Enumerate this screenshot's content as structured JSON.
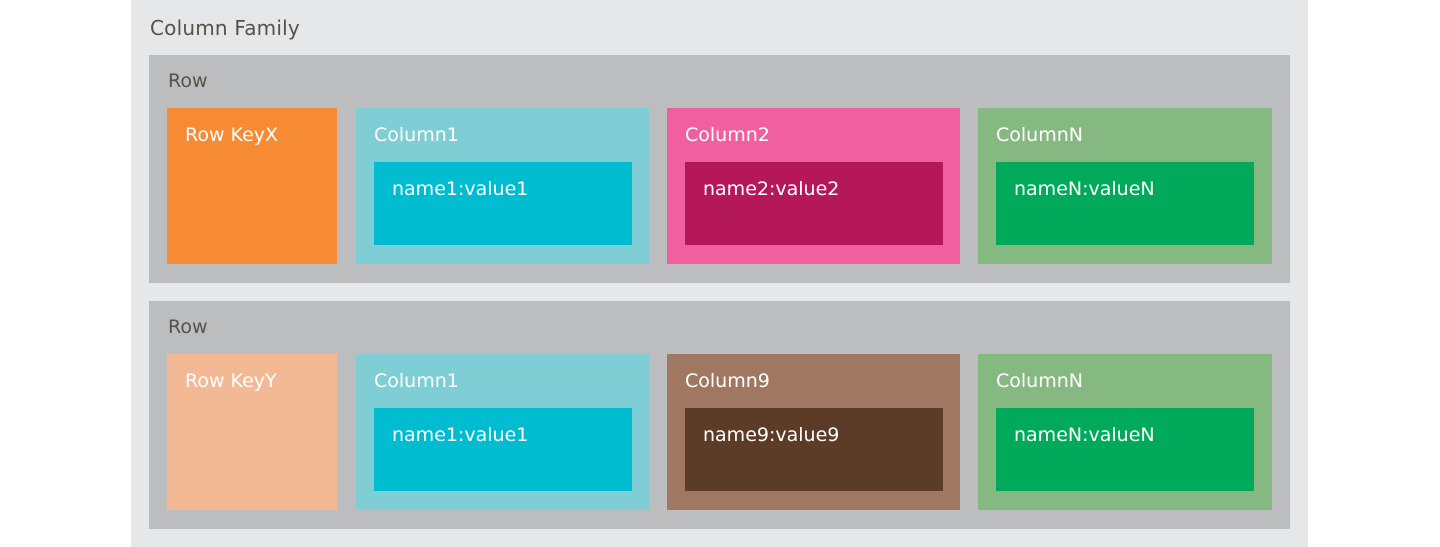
{
  "column_family": {
    "title": "Column Family",
    "background": "#e6e7e8"
  },
  "rows": [
    {
      "title": "Row",
      "key": {
        "label": "Row KeyX",
        "color": "#f68b33"
      },
      "columns": [
        {
          "label": "Column1",
          "value": "name1:value1",
          "color": "#7fcdd5",
          "value_color": "#00bcd0"
        },
        {
          "label": "Column2",
          "value": "name2:value2",
          "color": "#f05fa0",
          "value_color": "#b41858"
        },
        {
          "label": "ColumnN",
          "value": "nameN:valueN",
          "color": "#86b981",
          "value_color": "#00aa5a"
        }
      ]
    },
    {
      "title": "Row",
      "key": {
        "label": "Row KeyY",
        "color": "#f3b994"
      },
      "columns": [
        {
          "label": "Column1",
          "value": "name1:value1",
          "color": "#7fcdd5",
          "value_color": "#00bcd0"
        },
        {
          "label": "Column9",
          "value": "name9:value9",
          "color": "#a07861",
          "value_color": "#5c3c27"
        },
        {
          "label": "ColumnN",
          "value": "nameN:valueN",
          "color": "#86b981",
          "value_color": "#00aa5a"
        }
      ]
    }
  ]
}
